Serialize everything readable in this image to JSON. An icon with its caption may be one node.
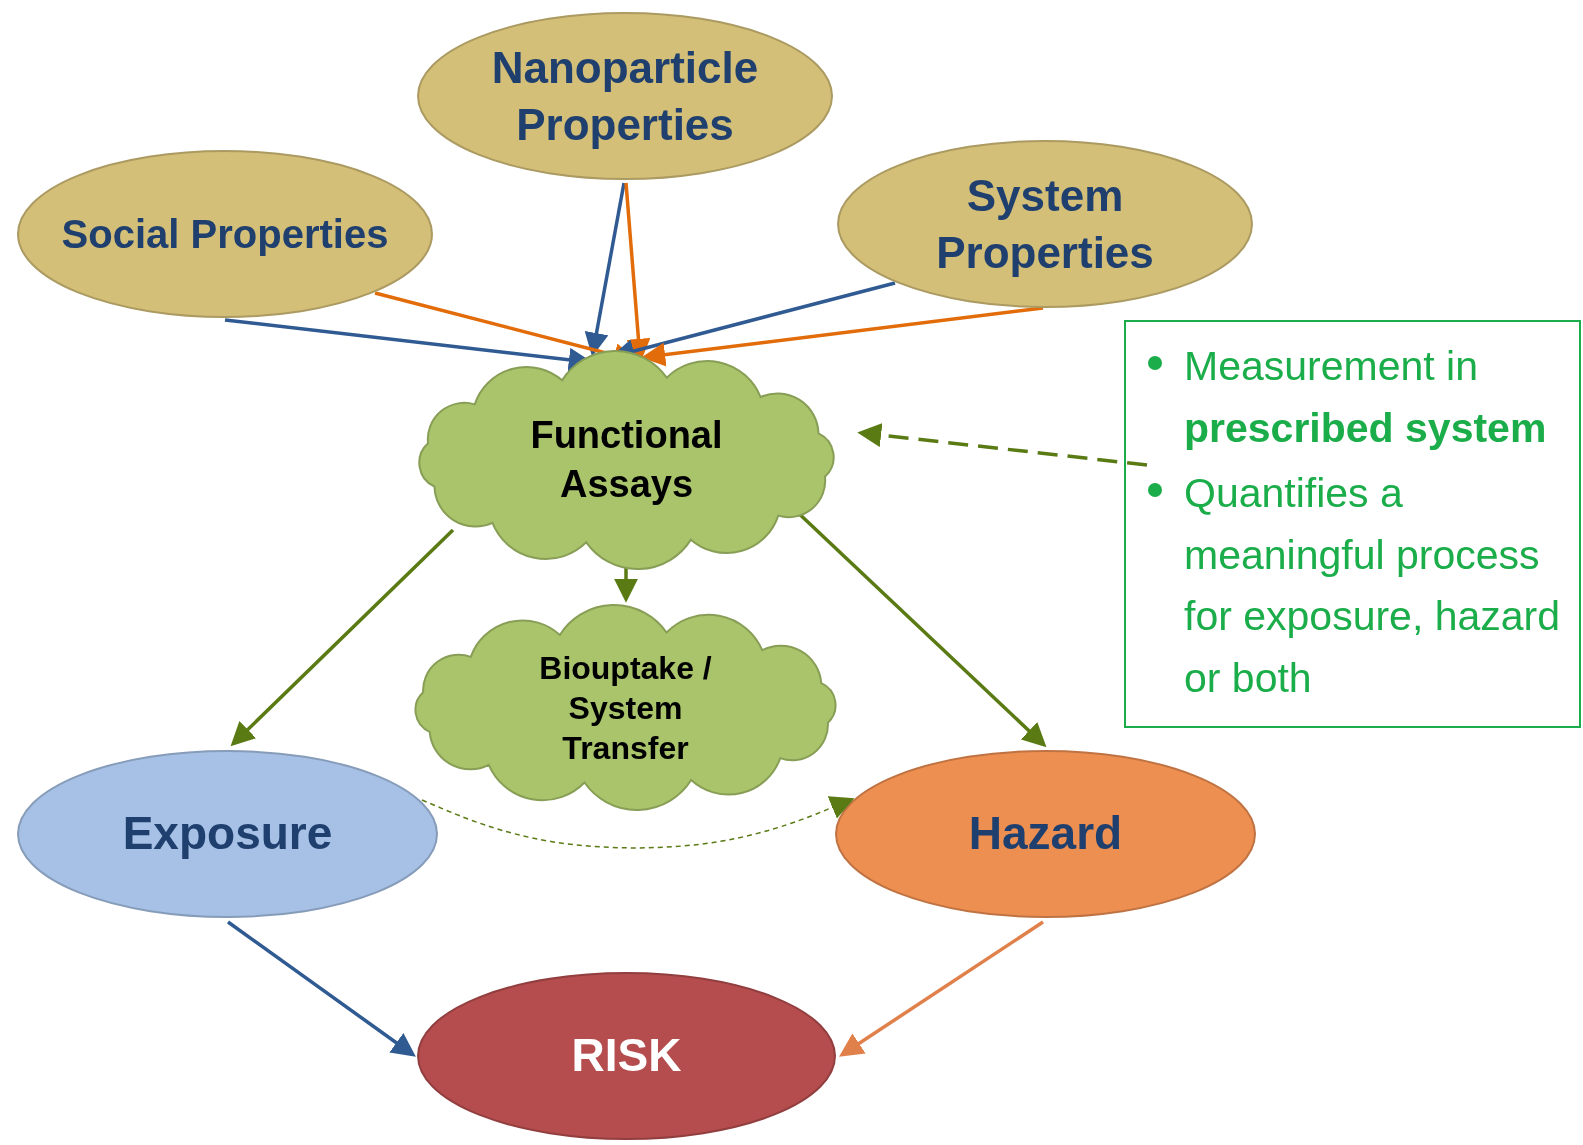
{
  "diagram": {
    "nodes": [
      {
        "text": [
          "Nanoparticle Properties"
        ]
      },
      {
        "text": [
          "Social Properties"
        ]
      },
      {
        "text": [
          "System Properties"
        ]
      },
      {
        "text": [
          "Functional Assays"
        ]
      },
      {
        "text": [
          "Measurement in **prescribed system**",
          "Quantifies a meaningful process for exposure, hazard or both"
        ]
      },
      {
        "text": [
          "Biouptake / System Transfer"
        ]
      },
      {
        "text": [
          "Exposure"
        ]
      },
      {
        "text": [
          "Hazard"
        ]
      },
      {
        "text": [
          "RISK"
        ]
      }
    ],
    "edges": [
      {
        "from": 0,
        "to": 3,
        "arrow": "to",
        "color": "#2f5a92"
      },
      {
        "from": 0,
        "to": 3,
        "arrow": "to",
        "color": "#e36c0a"
      },
      {
        "from": 1,
        "to": 3,
        "arrow": "to",
        "color": "#2f5a92"
      },
      {
        "from": 1,
        "to": 3,
        "arrow": "to",
        "color": "#e36c0a"
      },
      {
        "from": 2,
        "to": 3,
        "arrow": "to",
        "color": "#2f5a92"
      },
      {
        "from": 2,
        "to": 3,
        "arrow": "to",
        "color": "#e36c0a"
      },
      {
        "from": 4,
        "to": 3,
        "arrow": "to",
        "style": "dashed"
      },
      {
        "from": 3,
        "to": 6,
        "arrow": "to"
      },
      {
        "from": 3,
        "to": 5,
        "arrow": "to"
      },
      {
        "from": 3,
        "to": 7,
        "arrow": "to"
      },
      {
        "from": 6,
        "to": 7,
        "arrow": "to",
        "style": "dashed"
      },
      {
        "from": 6,
        "to": 8,
        "arrow": "to",
        "color": "#2f5a92"
      },
      {
        "from": 7,
        "to": 8,
        "arrow": "to",
        "color": "#e0804a"
      }
    ]
  }
}
